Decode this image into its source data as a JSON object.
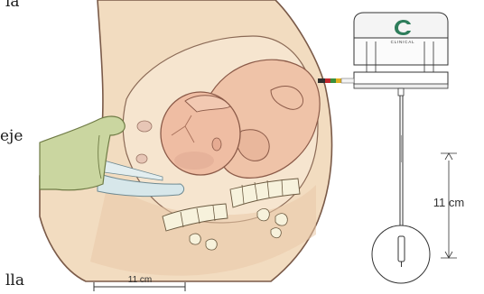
{
  "text_fragments": {
    "top": "la",
    "middle": "eje",
    "bottom": "lla"
  },
  "anatomy_scale_label": "11 cm",
  "device_scale_label": "11 cm",
  "device_brand": "CLINICAL",
  "colors": {
    "background": "#ffffff",
    "maternal_skin": "#f2dcc0",
    "body_outline": "#7a5a48",
    "fetus_skin": "#efc3a8",
    "fetus_shadow": "#d89f8a",
    "hand_green": "#cad6a0",
    "spine_bone": "#f7f2dc",
    "speculum_blue": "#d7e7ea",
    "device_line": "#333333"
  }
}
